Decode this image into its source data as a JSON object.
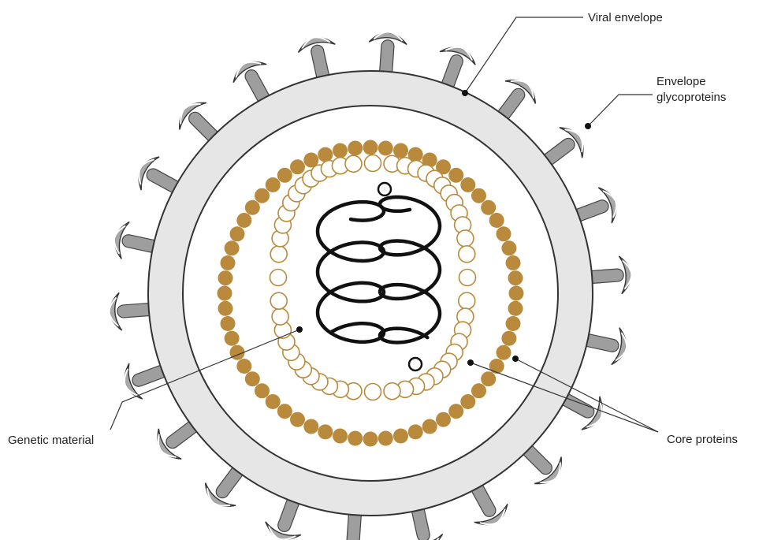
{
  "labels": {
    "viral_envelope": "Viral envelope",
    "envelope_glycoproteins_line1": "Envelope",
    "envelope_glycoproteins_line2": "glycoproteins",
    "genetic_material": "Genetic material",
    "core_proteins": "Core proteins"
  },
  "structure": {
    "envelope_spike_count": 22,
    "outer_core_protein_count": 60,
    "inner_core_protein_count": 52
  },
  "colors": {
    "envelope_fill": "#e6e6e6",
    "envelope_stroke": "#333333",
    "spike_fill": "#9e9e9e",
    "spike_cap_fill": "#a8a8a8",
    "core_protein_solid": "#b98a3c",
    "core_protein_ring": "#b98a3c",
    "genetic_material": "#111111"
  }
}
